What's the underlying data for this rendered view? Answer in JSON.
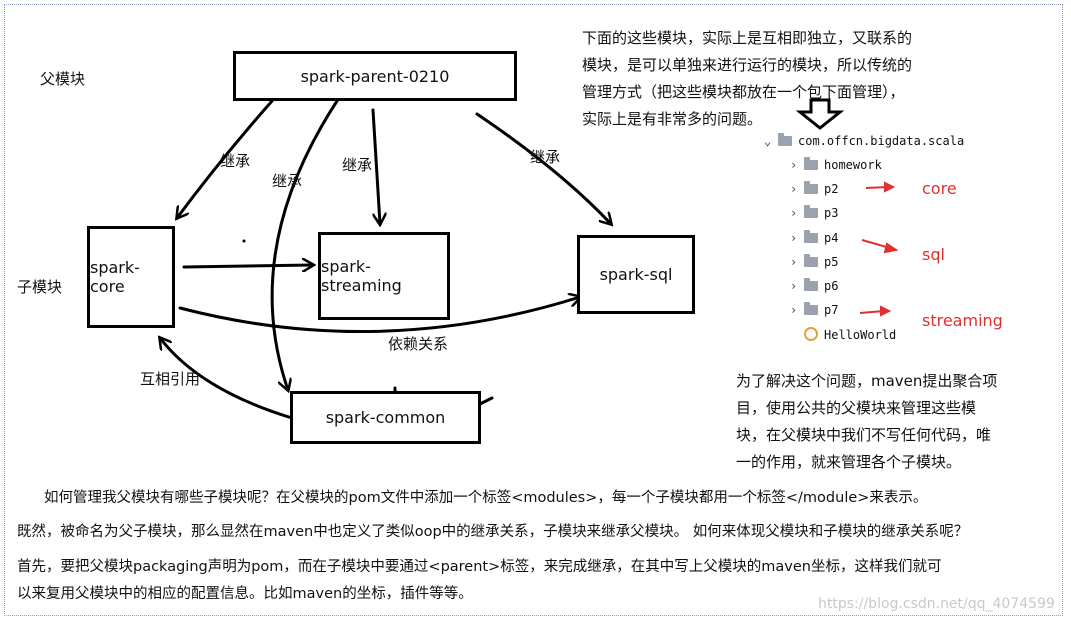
{
  "labels": {
    "parent_module": "父模块",
    "child_module": "子模块"
  },
  "boxes": {
    "parent": "spark-parent-0210",
    "core": "spark-core",
    "streaming": "spark-streaming",
    "sql": "spark-sql",
    "common": "spark-common"
  },
  "edge_labels": {
    "inherit": "继承",
    "depends": "依赖关系",
    "mutual_ref": "互相引用"
  },
  "notes": {
    "top_right": [
      "下面的这些模块，实际上是互相即独立，又联系的",
      "模块，是可以单独来进行运行的模块，所以传统的",
      "管理方式（把这些模块都放在一个包下面管理），",
      "实际上是有非常多的问题。"
    ],
    "mid_right": [
      "为了解决这个问题，maven提出聚合项",
      "目，使用公共的父模块来管理这些模",
      "块，在父模块中我们不写任何代码，唯",
      "一的作用，就来管理各个子模块。"
    ]
  },
  "tree": {
    "root": "com.offcn.bigdata.scala",
    "items": [
      "homework",
      "p2",
      "p3",
      "p4",
      "p5",
      "p6",
      "p7"
    ],
    "class_item": "HelloWorld",
    "annotations": {
      "p2": "core",
      "p4": "sql",
      "p7": "streaming"
    }
  },
  "body": {
    "line1": "如何管理我父模块有哪些子模块呢？在父模块的pom文件中添加一个标签<modules>，每一个子模块都用一个标签</module>来表示。",
    "line2": "既然，被命名为父子模块，那么显然在maven中也定义了类似oop中的继承关系，子模块来继承父模块。 如何来体现父模块和子模块的继承关系呢？",
    "line3": "首先，要把父模块packaging声明为pom，而在子模块中要通过<parent>标签，来完成继承，在其中写上父模块的maven坐标，这样我们就可",
    "line4": "以来复用父模块中的相应的配置信息。比如maven的坐标，插件等等。"
  },
  "watermark": "https://blog.csdn.net/qq_4074599",
  "colors": {
    "annotation": "#e03030",
    "folder": "#9aa3ad",
    "class_icon": "#e2a23b"
  }
}
